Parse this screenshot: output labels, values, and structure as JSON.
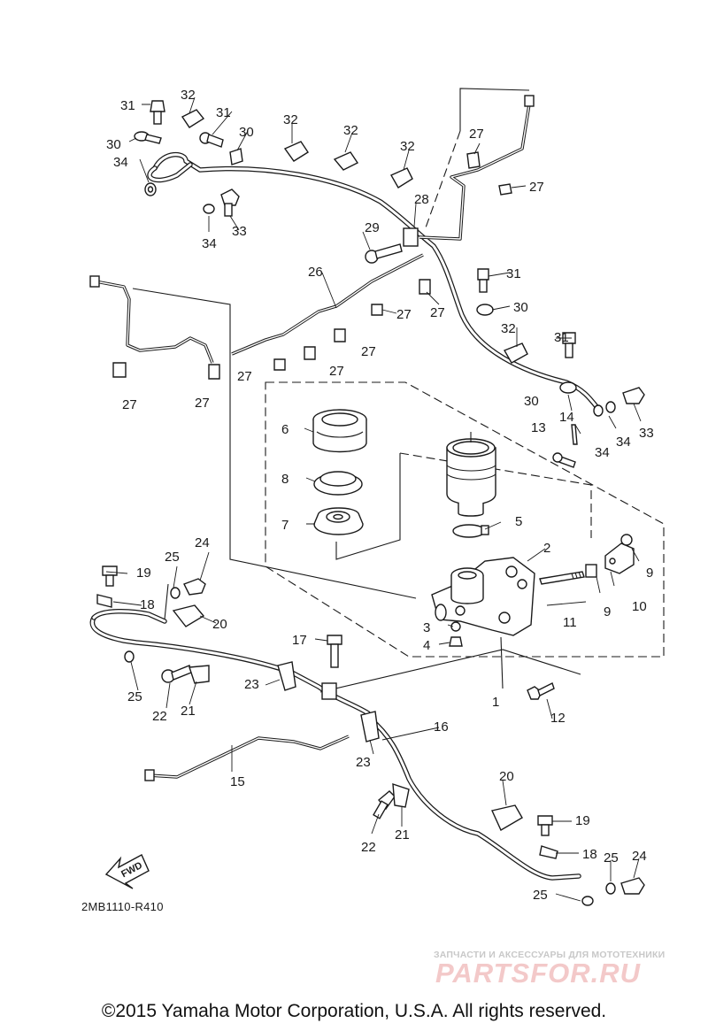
{
  "diagram": {
    "code": "2MB1110-R410",
    "fwd_label": "FWD",
    "callouts": [
      "1",
      "2",
      "3",
      "4",
      "5",
      "6",
      "7",
      "8",
      "9",
      "10",
      "11",
      "12",
      "13",
      "14",
      "15",
      "16",
      "17",
      "18",
      "19",
      "20",
      "21",
      "22",
      "23",
      "24",
      "25",
      "26",
      "27",
      "28",
      "29",
      "30",
      "31",
      "32",
      "33",
      "34"
    ]
  },
  "watermark": {
    "caption": "ЗАПЧАСТИ И АКСЕССУАРЫ ДЛЯ МОТОТЕХНИКИ",
    "logo": "PARTSFOR.RU"
  },
  "footer": {
    "copyright": "©2015 Yamaha Motor Corporation, U.S.A. All rights reserved."
  }
}
